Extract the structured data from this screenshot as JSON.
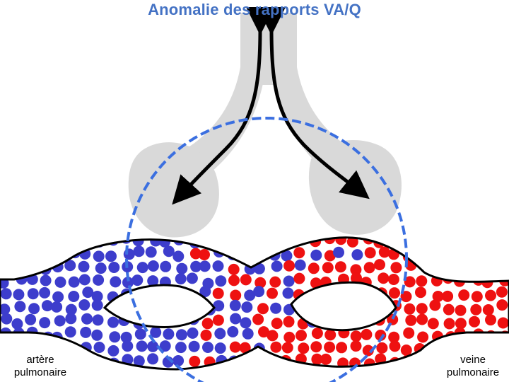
{
  "title": "Anomalie des rapports VA/Q",
  "labels": {
    "left_line1": "artère",
    "left_line2": "pulmonaire",
    "right_line1": "veine",
    "right_line2": "pulmonaire"
  },
  "colors": {
    "title": "#4472c4",
    "deoxygenated_blood": "#3d3dcc",
    "oxygenated_blood": "#ee1111",
    "airway": "#d9d9d9",
    "zone_circle": "#3b6fe0",
    "outline": "#000000"
  }
}
